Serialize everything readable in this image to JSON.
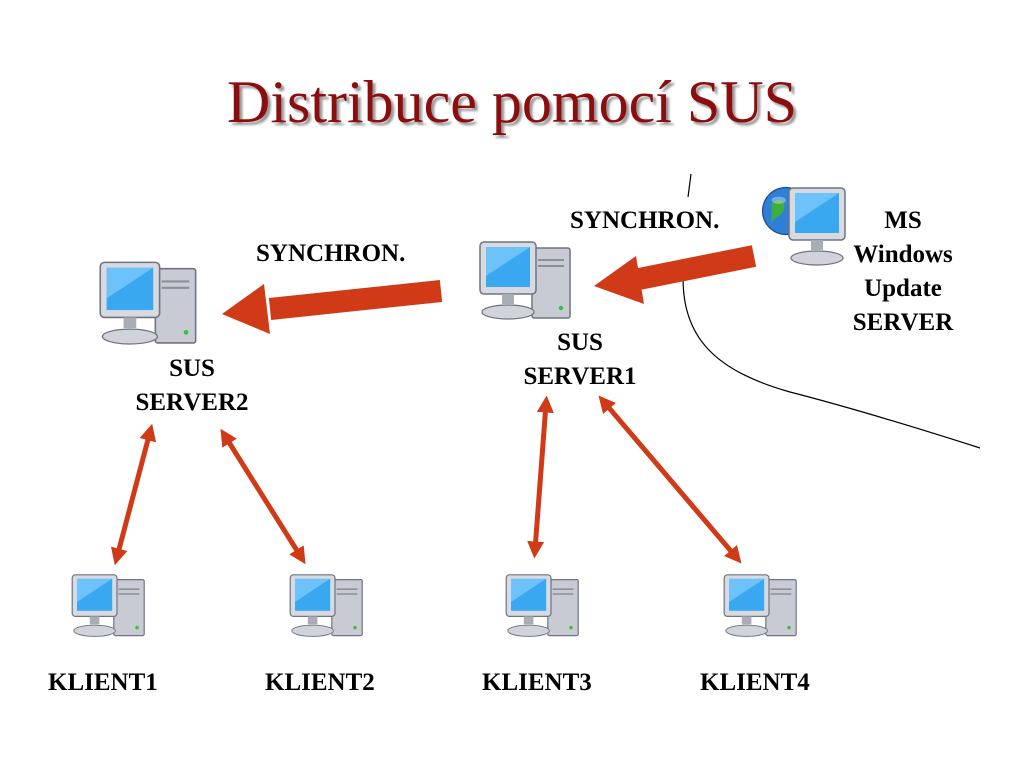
{
  "title": "Distribuce pomocí SUS",
  "nodes": {
    "ms_update": "MS Windows Update SERVER",
    "server1_line1": "SUS",
    "server1_line2": "SERVER1",
    "server2_line1": "SUS",
    "server2_line2": "SERVER2",
    "client1": "KLIENT1",
    "client2": "KLIENT2",
    "client3": "KLIENT3",
    "client4": "KLIENT4"
  },
  "ms_label_lines": [
    "MS",
    "Windows",
    "Update",
    "SERVER"
  ],
  "edges": {
    "sync_upper": "SYNCHRON.",
    "sync_lower": "SYNCHRON."
  },
  "colors": {
    "title": "#8b0d0d",
    "arrow": "#d03a17",
    "monitor_screen": "#39a8f0",
    "case": "#c8cbd3"
  }
}
